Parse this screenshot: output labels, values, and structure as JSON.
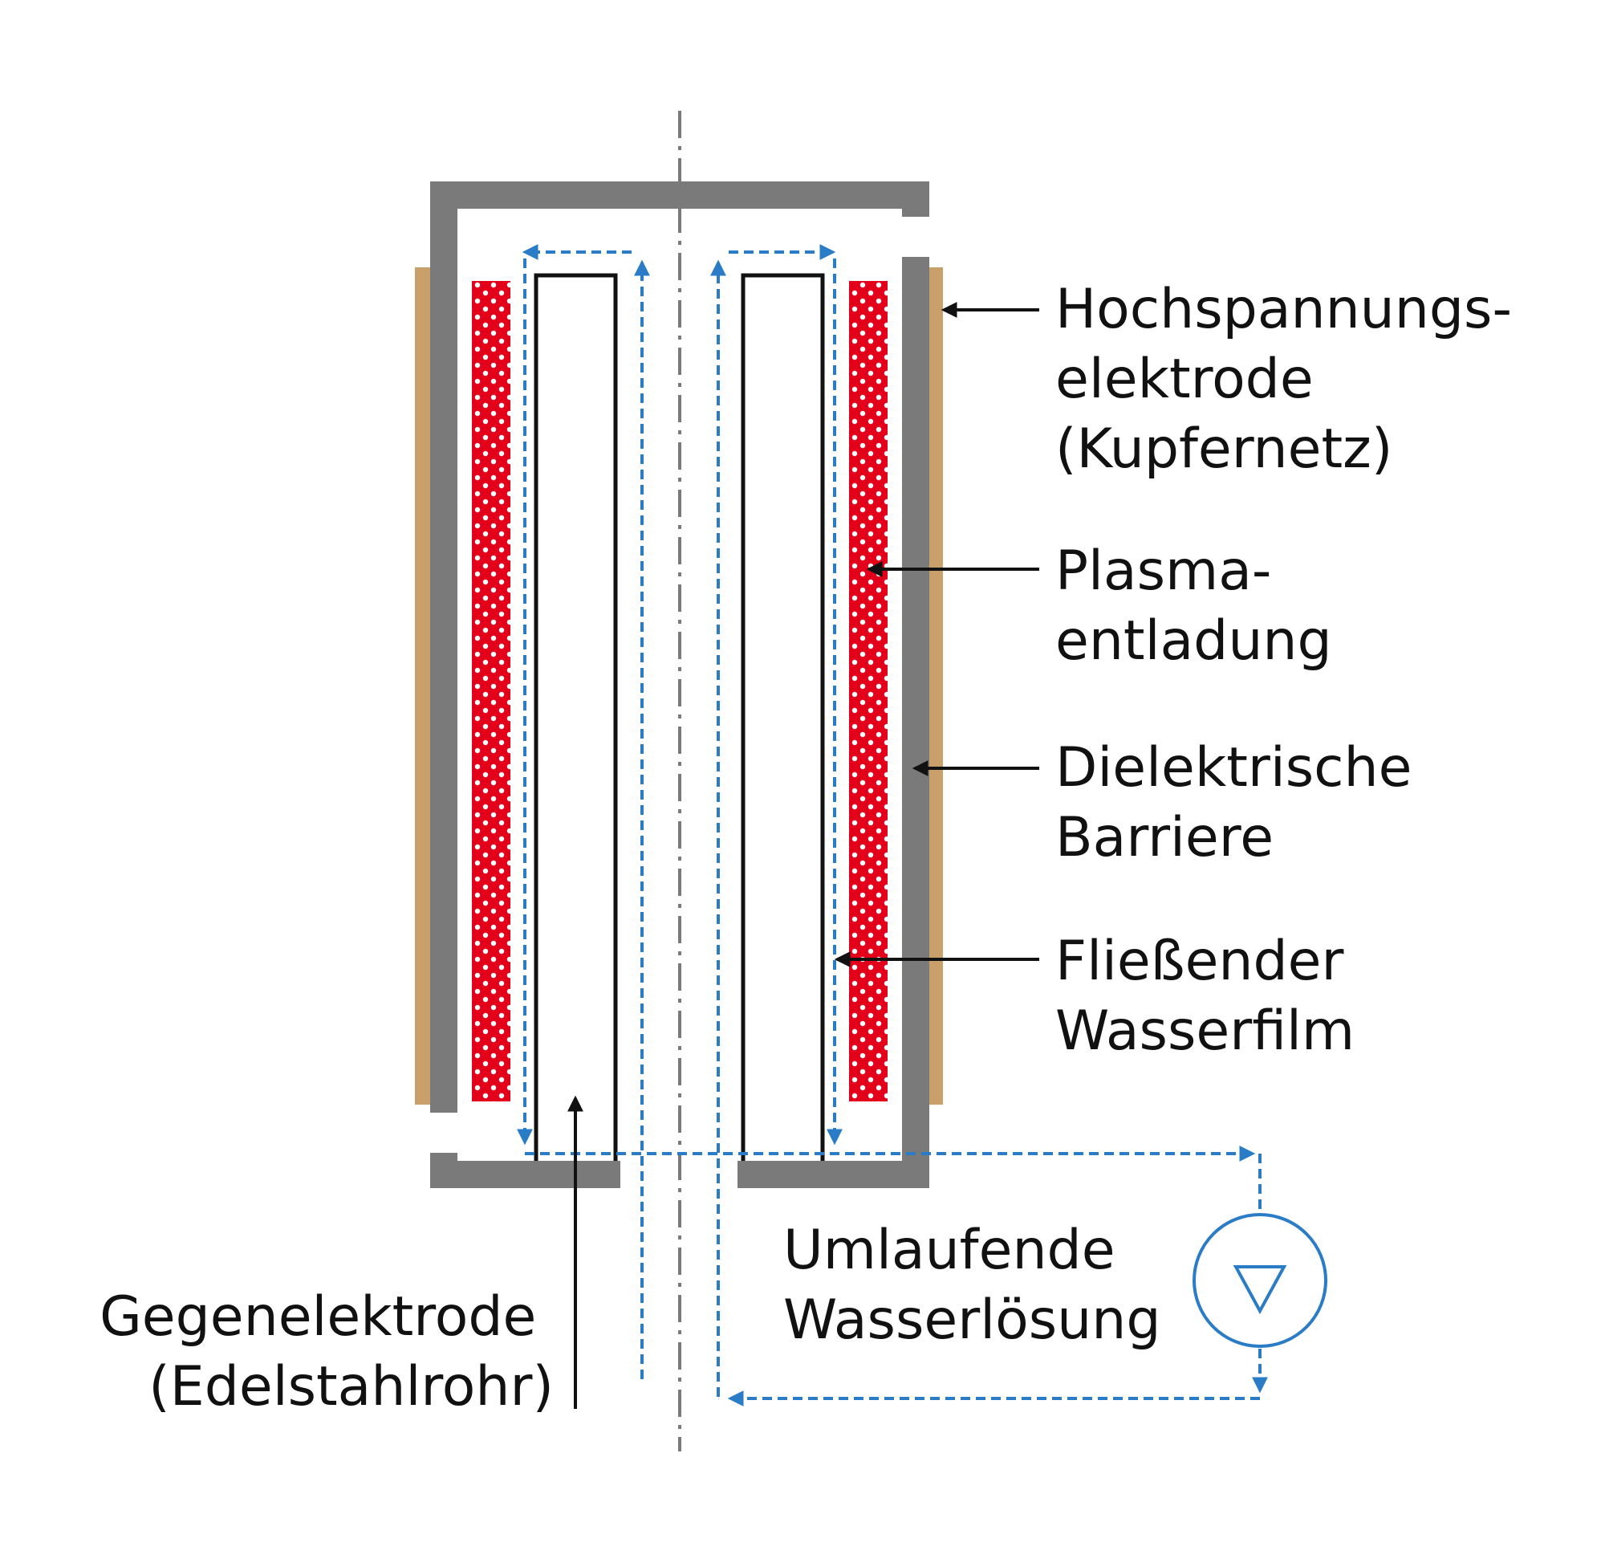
{
  "labels": {
    "hochspannung": [
      "Hochspannungs-",
      "elektrode",
      "(Kupfernetz)"
    ],
    "plasma": [
      "Plasma-",
      "entladung"
    ],
    "dielektrisch": [
      "Dielektrische",
      "Barriere"
    ],
    "wasserfilm": [
      "Fließender",
      "Wasserfilm"
    ],
    "wasserloesung": [
      "Umlaufende",
      "Wasserlösung"
    ],
    "gegenelektrode": [
      "Gegenelektrode",
      "(Edelstahlrohr)"
    ]
  },
  "colors": {
    "housing": "#7a7a7a",
    "copper_mesh": "#c9a06a",
    "plasma": "#e2001a",
    "flow": "#2a7cc7",
    "pump": "#2a7cc7",
    "outline": "#111111"
  }
}
